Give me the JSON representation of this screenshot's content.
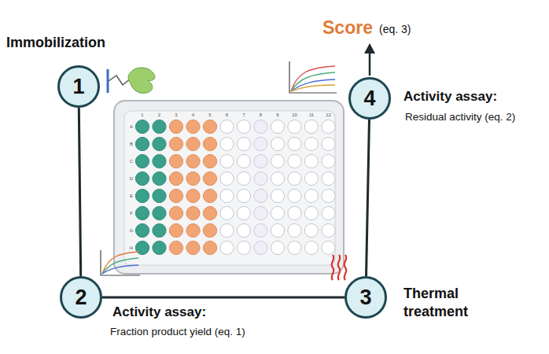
{
  "diagram": {
    "nodes": [
      {
        "text": [
          "1",
          "Immobilization"
        ]
      },
      {
        "text": [
          "2",
          "Activity assay:",
          "Fraction product yield (eq. 1)"
        ]
      },
      {
        "text": [
          "3",
          "Thermal treatment"
        ]
      },
      {
        "text": [
          "4",
          "Activity assay:",
          "Residual activity (eq. 2)"
        ]
      }
    ],
    "edges": [
      {
        "from": 0,
        "to": 1,
        "arrow": "none"
      },
      {
        "from": 1,
        "to": 2,
        "arrow": "none"
      },
      {
        "from": 2,
        "to": 3,
        "arrow": "none"
      }
    ],
    "labels": [
      "Score",
      "(eq. 3)",
      "1",
      "2",
      "3",
      "4",
      "5",
      "6",
      "7",
      "8",
      "9",
      "10",
      "11",
      "12",
      "A",
      "B",
      "C",
      "D",
      "E",
      "F",
      "G",
      "H"
    ]
  }
}
